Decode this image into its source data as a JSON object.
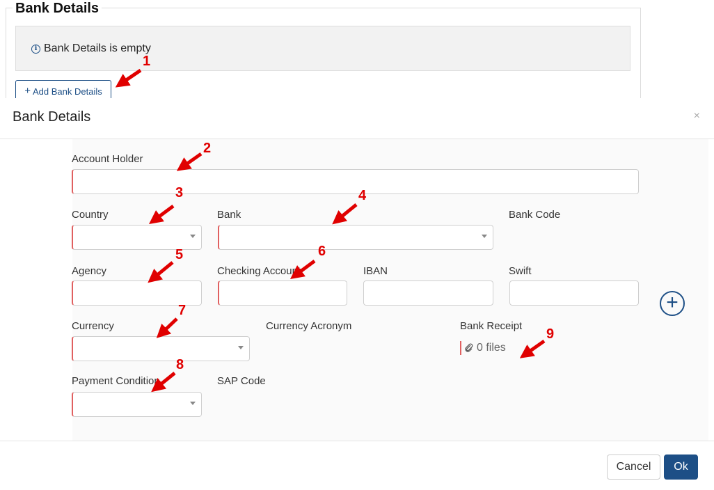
{
  "section": {
    "title": "Bank Details",
    "empty_message": "Bank Details is empty",
    "add_button": "Add Bank Details"
  },
  "modal": {
    "title": "Bank Details",
    "close": "×",
    "fields": {
      "account_holder": "Account Holder",
      "country": "Country",
      "bank": "Bank",
      "bank_code": "Bank Code",
      "agency": "Agency",
      "checking_account": "Checking Account",
      "iban": "IBAN",
      "swift": "Swift",
      "currency": "Currency",
      "currency_acronym": "Currency Acronym",
      "bank_receipt": "Bank Receipt",
      "payment_condition": "Payment Condition",
      "sap_code": "SAP Code"
    },
    "receipt_files": "0 files",
    "cancel": "Cancel",
    "ok": "Ok"
  },
  "annotations": [
    "1",
    "2",
    "3",
    "4",
    "5",
    "6",
    "7",
    "8",
    "9"
  ],
  "colors": {
    "brand": "#1d4f86",
    "required": "#e06060",
    "annotation": "#e00000"
  }
}
